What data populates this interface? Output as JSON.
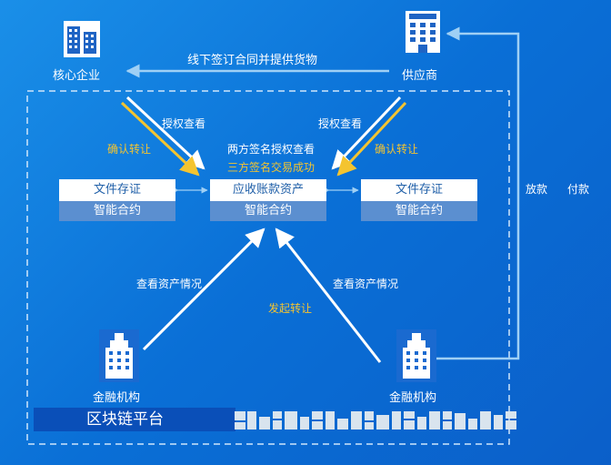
{
  "entities": {
    "core": "核心企业",
    "supplier": "供应商",
    "bank_left": "金融机构",
    "bank_right": "金融机构"
  },
  "edges": {
    "offline_contract": "线下签订合同并提供货物",
    "auth_view_left": "授权查看",
    "auth_view_right": "授权查看",
    "confirm_left": "确认转让",
    "confirm_right": "确认转让",
    "three_party_auth": "两方签名授权查看",
    "three_party_deal": "三方签名交易成功",
    "view_assets_left": "查看资产情况",
    "view_assets_right": "查看资产情况",
    "initiate_transfer": "发起转让",
    "loan": "放款",
    "pay": "付款"
  },
  "boxes": {
    "left": {
      "top": "文件存证",
      "bottom": "智能合约"
    },
    "center": {
      "top": "应收账款资产",
      "bottom": "智能合约"
    },
    "right": {
      "top": "文件存证",
      "bottom": "智能合约"
    }
  },
  "platform": "区块链平台",
  "colors": {
    "background": "#0a6fd6",
    "highlight": "#f4c430",
    "box_bottom": "#5b8fd0"
  }
}
